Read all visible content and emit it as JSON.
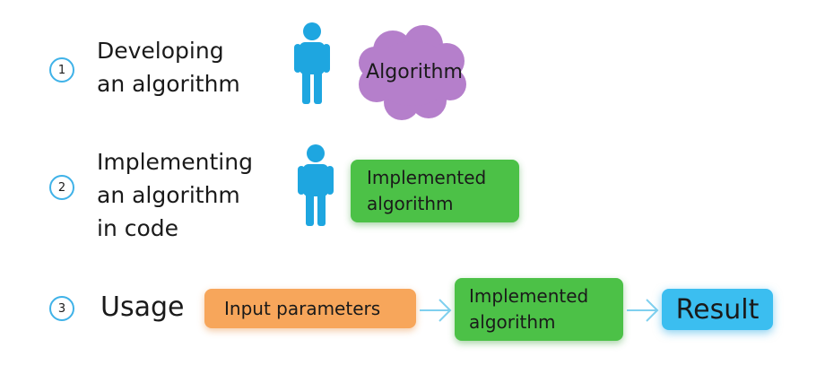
{
  "steps": [
    {
      "number": "1",
      "label": "Developing\nan algorithm"
    },
    {
      "number": "2",
      "label": "Implementing\nan algorithm\nin code"
    },
    {
      "number": "3",
      "label": "Usage"
    }
  ],
  "algorithm_cloud": {
    "label": "Algorithm",
    "color": "#b57fcb"
  },
  "implemented_box_1": {
    "label": "Implemented\nalgorithm"
  },
  "input_box": {
    "label": "Input parameters"
  },
  "implemented_box_2": {
    "label": "Implemented\nalgorithm"
  },
  "result_box": {
    "label": "Result"
  },
  "colors": {
    "accent": "#3fb2e8",
    "person": "#1ea6e0",
    "green": "#4cc147",
    "orange": "#f7a65b",
    "result": "#3bbef0",
    "arrow": "#7fd0ef"
  },
  "icons": [
    "person-icon",
    "cloud-shape",
    "arrow-right-icon"
  ]
}
